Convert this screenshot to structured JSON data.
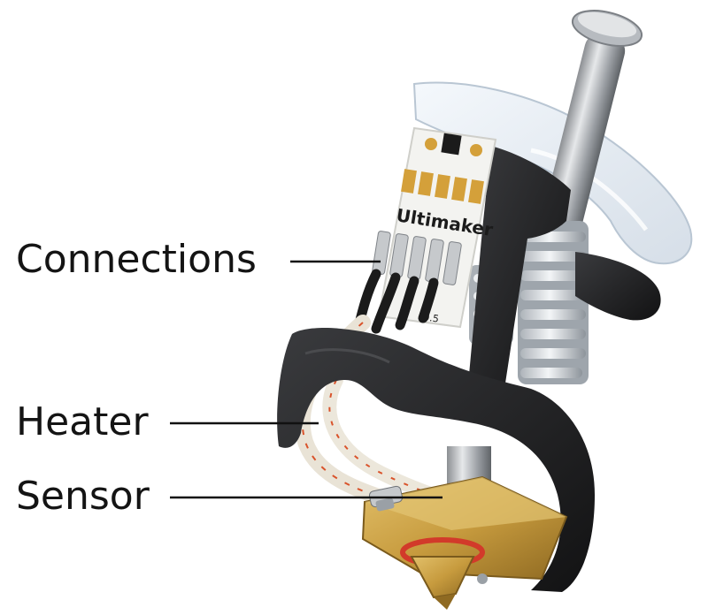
{
  "labels": {
    "connections": "Connections",
    "heater": "Heater",
    "sensor": "Sensor"
  },
  "board": {
    "brand": "Ultimaker",
    "version": "0.5"
  },
  "colors": {
    "text": "#141414",
    "leader_line": "#111111",
    "housing": "#1f1f21",
    "pcb": "#f4f4f2",
    "gold_pads": "#d4a03a",
    "brass_block": "#c9a24a",
    "heatsink": "#cfd3d8",
    "cable": "#e9e3d6",
    "cable_stripe": "#d9532b",
    "clear_plastic": "#e4ebf2",
    "o_ring": "#d23a2a"
  }
}
